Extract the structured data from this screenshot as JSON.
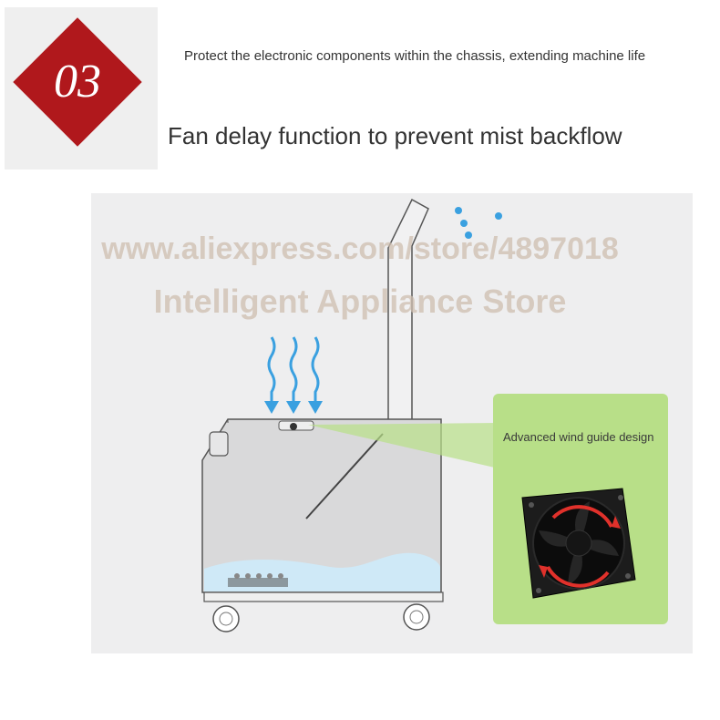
{
  "badge": {
    "number": "03",
    "color": "#b0181c"
  },
  "header": {
    "subtitle": "Protect the electronic components within the chassis, extending machine life",
    "title": "Fan delay function to prevent mist backflow"
  },
  "watermark": {
    "line1": "www.aliexpress.com/store/4897018",
    "line2": "Intelligent Appliance Store"
  },
  "fan_panel": {
    "label": "Advanced wind guide design",
    "color": "#b8df88"
  },
  "colors": {
    "water": "#cfe9f7",
    "airflow_arrows": "#3aa0e0",
    "mist_dots": "#3aa0e0",
    "fan_rotation_arrows": "#e0312b"
  }
}
